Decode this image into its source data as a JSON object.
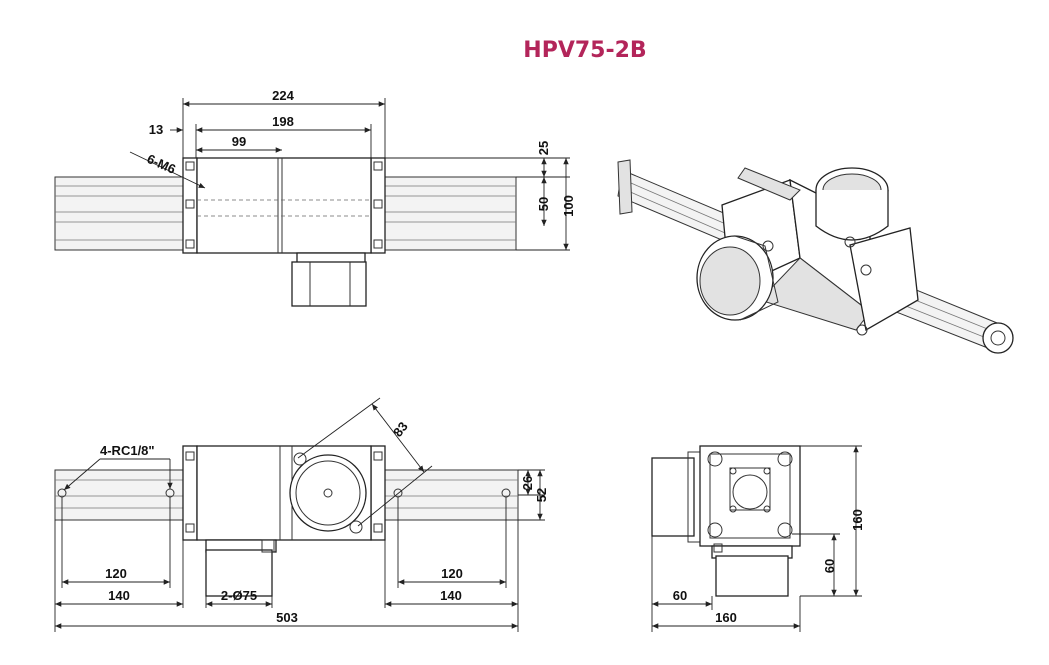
{
  "title": "HPV75-2B",
  "colors": {
    "title": "#b3255a",
    "line": "#222222"
  },
  "top_view": {
    "dim_overall": "224",
    "dim_inner": "198",
    "dim_offset": "13",
    "dim_half": "99",
    "thread_note": "6-M6",
    "dim_25": "25",
    "dim_50": "50",
    "dim_100": "100"
  },
  "front_view": {
    "port_note": "4-RC1/8\"",
    "dim_diag": "83",
    "dim_26": "26",
    "dim_52": "52",
    "dim_120_left": "120",
    "dim_140_left": "140",
    "dim_bore": "2-Ø75",
    "dim_120_right": "120",
    "dim_140_right": "140",
    "dim_total": "503"
  },
  "side_view": {
    "dim_height": "160",
    "dim_60_vertical": "60",
    "dim_60_horizontal": "60",
    "dim_width": "160"
  }
}
